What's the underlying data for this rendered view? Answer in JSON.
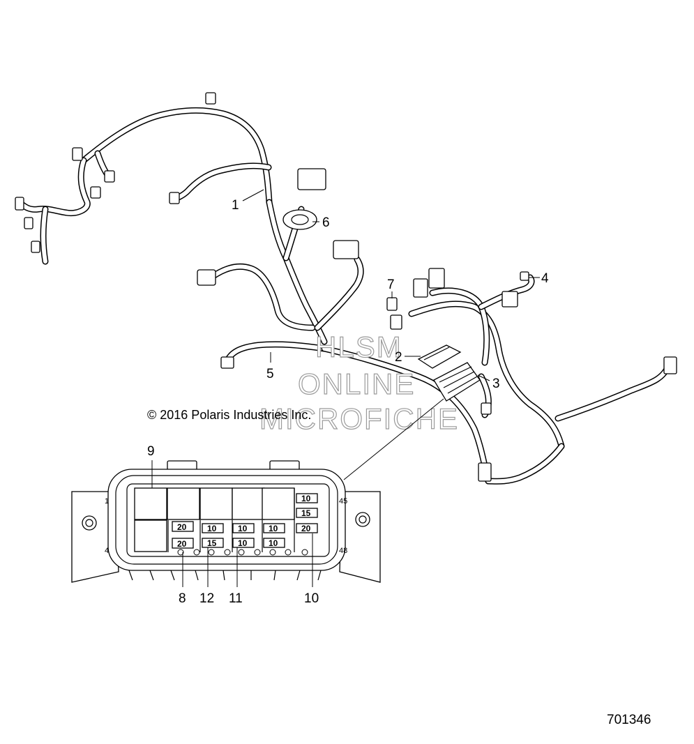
{
  "diagram": {
    "copyright": "© 2016 Polaris Industries Inc.",
    "figure_number": "701346",
    "watermark": [
      "HLSM",
      "ONLINE",
      "MICROFICHE"
    ],
    "callouts": [
      "1",
      "2",
      "3",
      "4",
      "5",
      "6",
      "7",
      "8",
      "9",
      "10",
      "11",
      "12"
    ],
    "fuse_box": {
      "pin_labels": [
        "1",
        "4",
        "45",
        "48"
      ],
      "fuse_values": [
        "20",
        "20",
        "10",
        "15",
        "10",
        "10",
        "10",
        "10",
        "10",
        "15",
        "20"
      ]
    }
  }
}
